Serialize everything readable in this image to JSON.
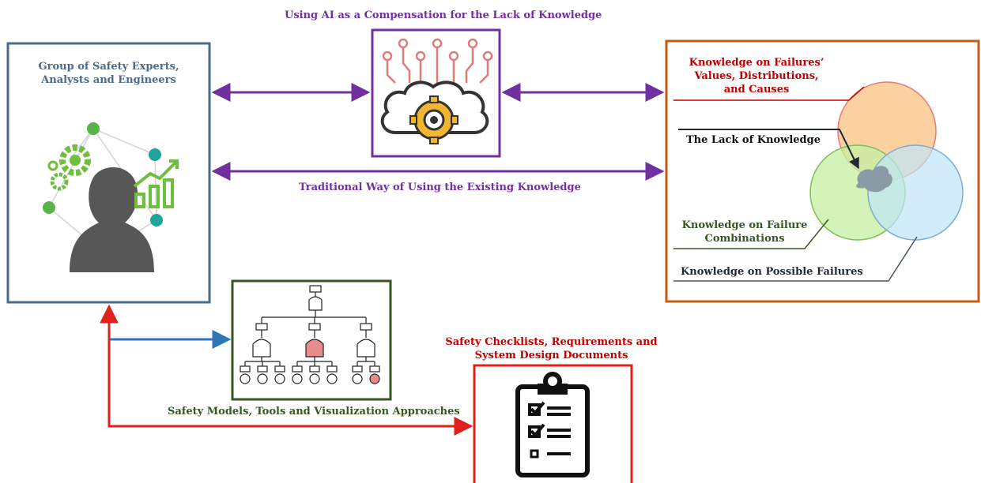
{
  "labels": {
    "ai_compensation": "Using AI as a Compensation for the Lack of Knowledge",
    "experts_line1": "Group of Safety Experts,",
    "experts_line2": "Analysts and Engineers",
    "traditional": "Traditional Way of Using the Existing Knowledge",
    "failures_values_line1": "Knowledge on Failures’",
    "failures_values_line2": "Values, Distributions,",
    "failures_values_line3": "and Causes",
    "lack_of_knowledge": "The Lack of Knowledge",
    "failure_combinations_line1": "Knowledge on Failure",
    "failure_combinations_line2": "Combinations",
    "possible_failures": "Knowledge on Possible Failures",
    "checklists_line1": "Safety Checklists, Requirements and",
    "checklists_line2": "System Design Documents",
    "safety_models": "Safety Models, Tools and Visualization Approaches"
  },
  "colors": {
    "experts_box": "#4a6b8a",
    "ai_box": "#7030a0",
    "knowledge_box": "#c55a11",
    "models_box": "#375623",
    "checklist_box": "#e0201b",
    "arrow_purple": "#7030a0",
    "arrow_blue": "#2e75b6",
    "arrow_red": "#e0201b",
    "text_blue": "#4a6b8a",
    "text_purple": "#7030a0",
    "text_red": "#c00000",
    "text_green": "#375623",
    "text_dark": "#1f2937",
    "circle_orange": "#fbc98f",
    "circle_green": "#c6efa0",
    "circle_blue": "#bfe6f7"
  },
  "icons": [
    "ai-brain-gear-icon",
    "person-with-gears-and-chart-icon",
    "fault-tree-icon",
    "clipboard-checklist-icon",
    "lack-of-knowledge-cloud-icon"
  ]
}
